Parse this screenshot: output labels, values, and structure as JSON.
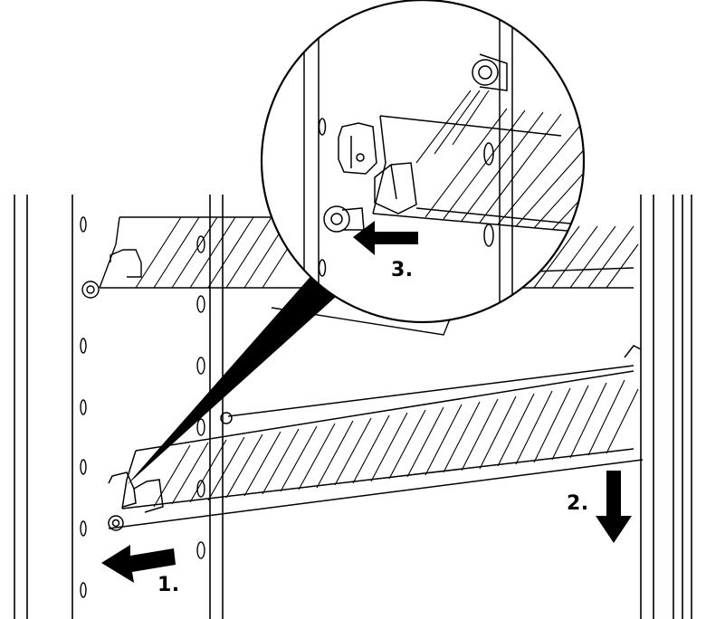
{
  "diagram": {
    "steps": [
      {
        "id": "step-1",
        "label": "1."
      },
      {
        "id": "step-2",
        "label": "2."
      },
      {
        "id": "step-3",
        "label": "3."
      }
    ],
    "colors": {
      "line": "#000000",
      "background": "#ffffff"
    },
    "icons": [
      "arrow-left-icon",
      "arrow-down-icon",
      "zoom-callout-icon"
    ]
  }
}
